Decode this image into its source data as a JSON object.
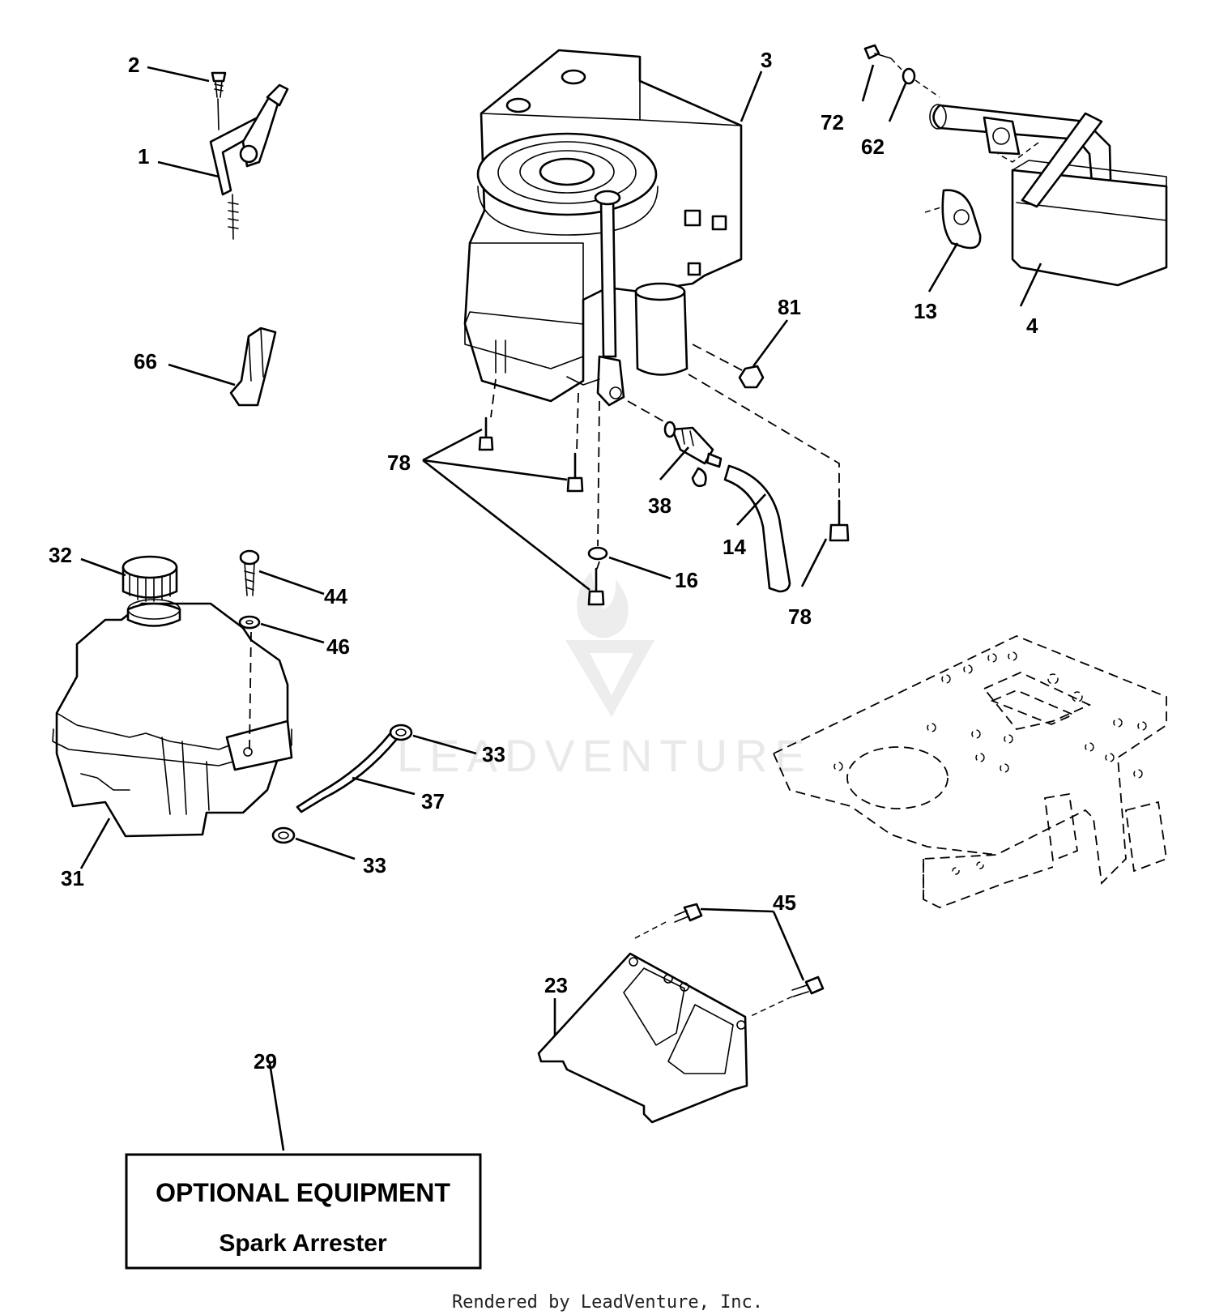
{
  "callouts": {
    "c1": "1",
    "c2": "2",
    "c3": "3",
    "c4": "4",
    "c13": "13",
    "c14": "14",
    "c16": "16",
    "c23": "23",
    "c29": "29",
    "c31": "31",
    "c32": "32",
    "c33a": "33",
    "c33b": "33",
    "c37": "37",
    "c38": "38",
    "c44": "44",
    "c45": "45",
    "c46": "46",
    "c62": "62",
    "c66": "66",
    "c72": "72",
    "c78a": "78",
    "c78b": "78",
    "c81": "81"
  },
  "optional_box": {
    "title": "OPTIONAL EQUIPMENT",
    "subtitle": "Spark Arrester"
  },
  "watermark": "LEADVENTURE",
  "footer": "Rendered by LeadVenture, Inc."
}
